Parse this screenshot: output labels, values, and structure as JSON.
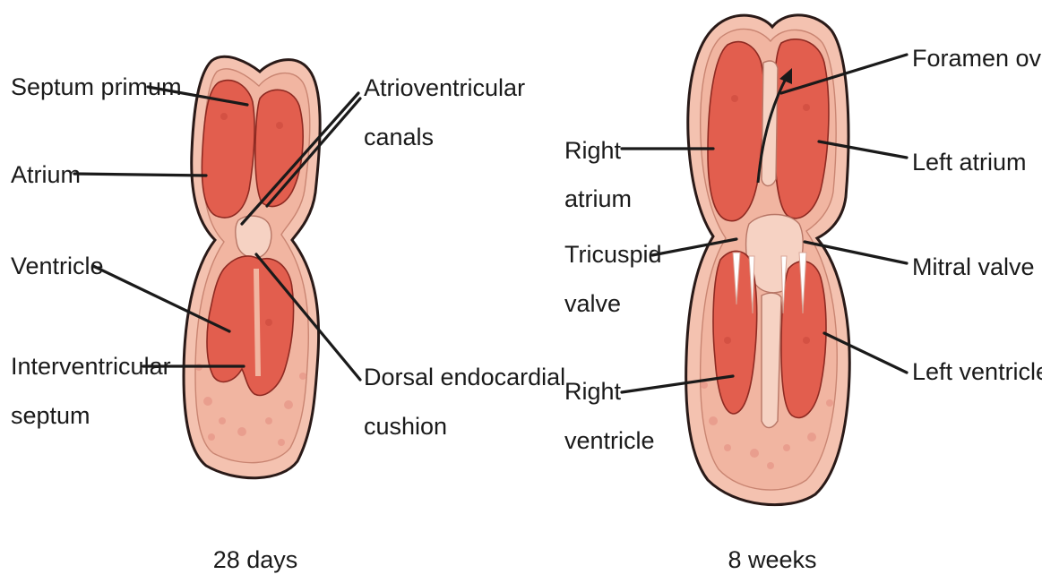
{
  "diagram": {
    "left_panel": {
      "caption": "28 days",
      "labels": {
        "septum_primum": "Septum primum",
        "atrium": "Atrium",
        "ventricle": "Ventricle",
        "interventricular_line1": "Interventricular",
        "interventricular_line2": "septum",
        "atrioventricular_line1": "Atrioventricular",
        "atrioventricular_line2": "canals",
        "dorsal_line1": "Dorsal endocardial",
        "dorsal_line2": "cushion"
      }
    },
    "right_panel": {
      "caption": "8 weeks",
      "labels": {
        "foramen_ovale": "Foramen ovale",
        "right_atrium_line1": "Right",
        "right_atrium_line2": "atrium",
        "left_atrium": "Left atrium",
        "tricuspid_line1": "Tricuspid",
        "tricuspid_line2": "valve",
        "mitral_valve": "Mitral valve",
        "right_ventricle_line1": "Right",
        "right_ventricle_line2": "ventricle",
        "left_ventricle": "Left ventricle"
      }
    },
    "colors": {
      "outer_tissue": "#f4c2b0",
      "chamber": "#e25e4e",
      "cushion": "#f6d2c3",
      "outline": "#2a1a18"
    }
  }
}
